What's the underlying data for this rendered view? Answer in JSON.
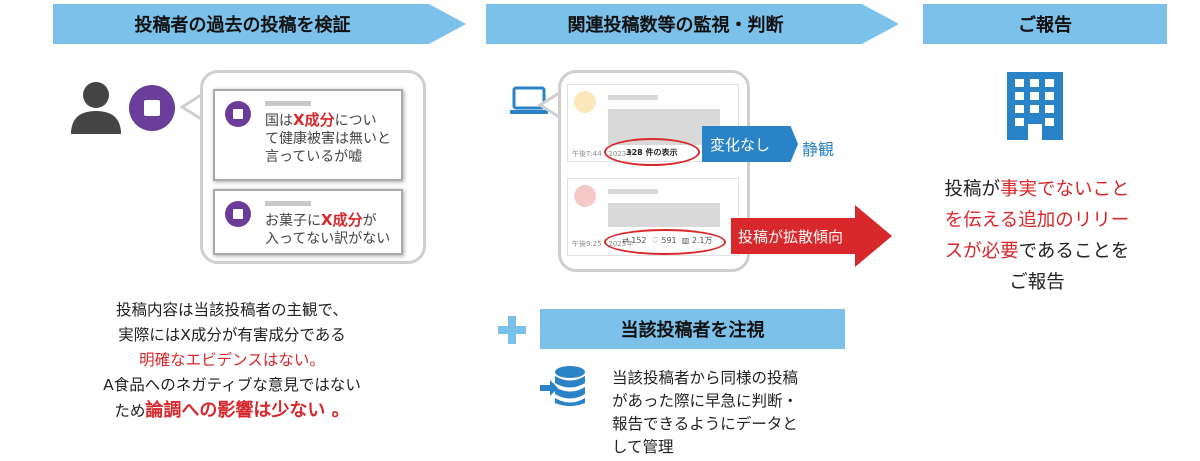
{
  "headers": {
    "verify": "投稿者の過去の投稿を検証",
    "monitor": "関連投稿数等の監視・判断",
    "report": "ご報告"
  },
  "past_posts": [
    {
      "parts": [
        "国は",
        "X成分",
        "につい"
      ],
      "line2": "て健康被害は無いと",
      "line3": "言っているが嘘"
    },
    {
      "parts": [
        "お菓子に",
        "X成分",
        "が"
      ],
      "line2": "入ってない訳がない",
      "line3": ""
    }
  ],
  "assessment": {
    "line1": "投稿内容は当該投稿者の主観で、",
    "line2": "実際にはX成分が有害成分である",
    "line3": "明確なエビデンスはない。",
    "line4": "A食品へのネガティブな意見ではない",
    "line5_pre": "ため",
    "line5_emph": "論調への影響は少ない",
    "line5_post": "。"
  },
  "monitor_posts": {
    "views": "328 件の表示",
    "tweet1_date": "午後7:44 · 2023年",
    "tweet2_date": "午後9:25 · 2023年",
    "retweets": "152",
    "likes": "591",
    "impressions": "2.1万",
    "no_change": "変化なし",
    "no_change_action": "静観",
    "spreading": "投稿が拡散傾向"
  },
  "watch": {
    "title": "当該投稿者を注視",
    "desc_line1": "当該投稿者から同様の投稿",
    "desc_line2": "があった際に早急に判断・",
    "desc_line3": "報告できるようにデータと",
    "desc_line4": "して管理"
  },
  "report": {
    "line1_pre": "投稿が",
    "line1_emph": "事実でないこと",
    "line2_emph": "を伝える追加のリリー",
    "line3_emph": "スが必要",
    "line3_post": "であることを",
    "line4": "ご報告"
  },
  "colors": {
    "banner": "#7cc1ea",
    "accent_red": "#d8282c",
    "accent_blue": "#2a83c6",
    "purple": "#6a3d9a"
  },
  "icons": [
    "person-icon",
    "account-avatar-icon",
    "laptop-icon",
    "building-icon",
    "plus-icon",
    "database-import-icon"
  ]
}
